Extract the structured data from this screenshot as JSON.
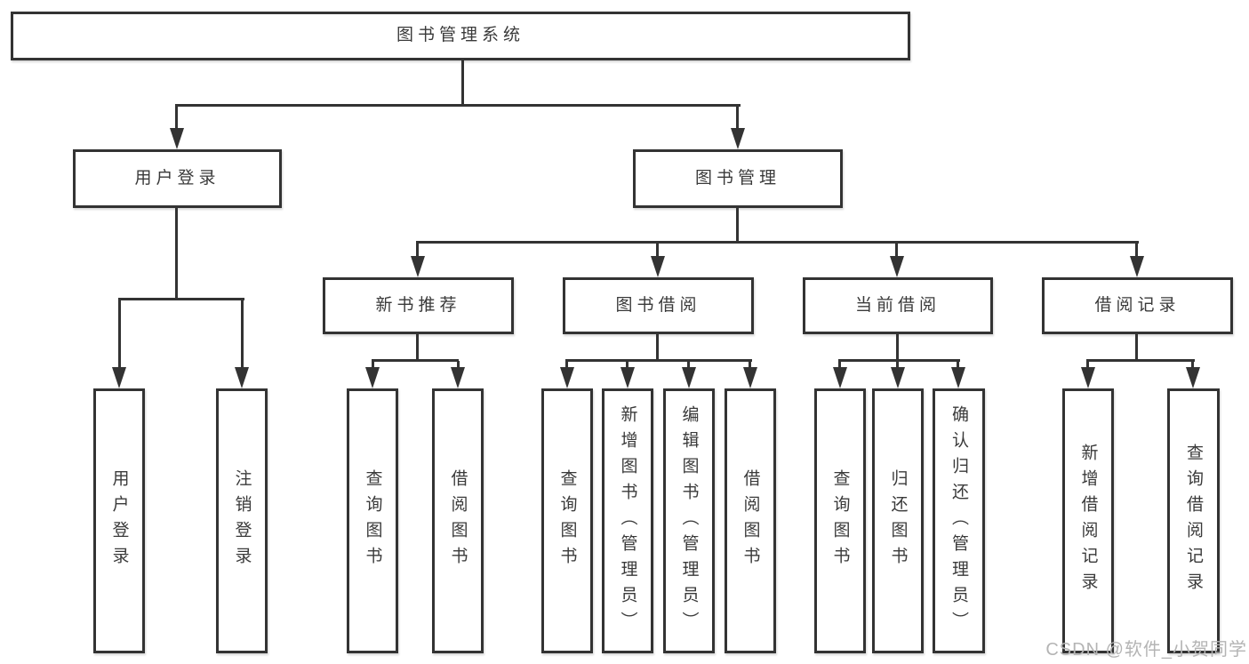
{
  "title": {
    "label": "图书管理系统"
  },
  "nodes": {
    "level2": [
      {
        "label": "用户登录"
      },
      {
        "label": "图书管理"
      }
    ],
    "level3": [
      {
        "label": "新书推荐"
      },
      {
        "label": "图书借阅"
      },
      {
        "label": "当前借阅"
      },
      {
        "label": "借阅记录"
      }
    ],
    "leaves": [
      {
        "group": "用户登录",
        "label": "用户登录"
      },
      {
        "group": "用户登录",
        "label": "注销登录"
      },
      {
        "group": "新书推荐",
        "label": "查询图书"
      },
      {
        "group": "新书推荐",
        "label": "借阅图书"
      },
      {
        "group": "图书借阅",
        "label": "查询图书"
      },
      {
        "group": "图书借阅",
        "label": "新增图书（管理员）"
      },
      {
        "group": "图书借阅",
        "label": "编辑图书（管理员）"
      },
      {
        "group": "图书借阅",
        "label": "借阅图书"
      },
      {
        "group": "当前借阅",
        "label": "查询图书"
      },
      {
        "group": "当前借阅",
        "label": "归还图书"
      },
      {
        "group": "当前借阅",
        "label": "确认归还（管理员）"
      },
      {
        "group": "借阅记录",
        "label": "新增借阅记录"
      },
      {
        "group": "借阅记录",
        "label": "查询借阅记录"
      }
    ]
  },
  "watermark": {
    "text": "CSDN @软件_小贺同学"
  },
  "colors": {
    "line": "#333333",
    "text": "#3a3a3a",
    "watermark": "#b4b4b4",
    "background": "#ffffff"
  }
}
